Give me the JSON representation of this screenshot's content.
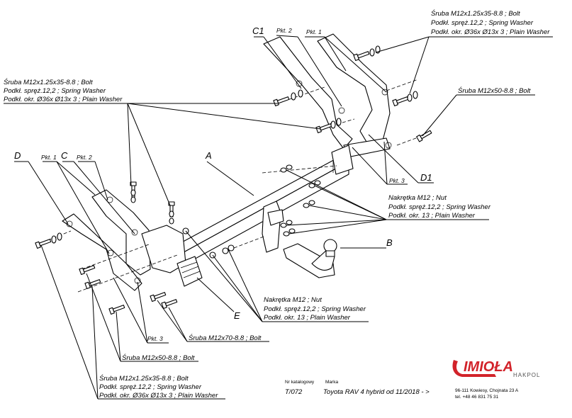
{
  "labels": {
    "c1": "C1",
    "pkt2_top": "Pkt. 2",
    "pkt1_top": "Pkt. 1",
    "d1": "D1",
    "pkt3_right": "Pkt. 3",
    "a": "A",
    "b": "B",
    "c": "C",
    "d": "D",
    "e": "E",
    "pkt1_left": "Pkt. 1",
    "pkt2_left": "Pkt. 2",
    "pkt3_bottom": "Pkt. 3"
  },
  "callouts": {
    "top_right_bolt": {
      "line1": "Śruba M12x1.25x35-8.8 ;  Bolt",
      "line2": "Podkł. spręż.12,2 ; Spring Washer",
      "line3": "Podkł. okr.  Ø36x Ø13x 3 ; Plain Washer"
    },
    "top_left_bolt": {
      "line1": "Śruba M12x1.25x35-8.8 ;  Bolt",
      "line2": "Podkł. spręż.12,2 ; Spring Washer",
      "line3": "Podkł. okr.  Ø36x Ø13x 3 ; Plain Washer"
    },
    "right_bolt": {
      "line1": "Śruba M12x50-8.8 ;  Bolt"
    },
    "nut_right": {
      "line1": "Nakrętka  M12 ; Nut",
      "line2": "Podkł. spręż.12,2 ; Spring Washer",
      "line3": "Podkł. okr. 13 ; Plain Washer"
    },
    "nut_center": {
      "line1": "Nakrętka  M12 ; Nut",
      "line2": "Podkł. spręż.12,2 ; Spring Washer",
      "line3": "Podkł. okr. 13 ; Plain Washer"
    },
    "bolt_m12x70": {
      "line1": "Śruba M12x70-8.8 ;  Bolt"
    },
    "bolt_m12x50_left": {
      "line1": "Śruba M12x50-8.8 ;  Bolt"
    },
    "bottom_left_bolt": {
      "line1": "Śruba M12x1.25x35-8.8 ;  Bolt",
      "line2": "Podkł. spręż.12,2 ; Spring Washer",
      "line3": "Podkł. okr.  Ø36x Ø13x 3 ; Plain Washer"
    }
  },
  "footer": {
    "catalog_label": "Nr katalogowy",
    "catalog_number": "T/072",
    "brand_label": "Marka",
    "vehicle": "Toyota RAV 4 hybrid   od  11/2018 - >"
  },
  "logo": {
    "name": "IMIOŁA",
    "sub": "HAKPOL",
    "address": "96-111 Kowiesy, Chojnata 23 A",
    "phone": "tel. +48  46 831  75 31",
    "color": "#d2232a"
  }
}
